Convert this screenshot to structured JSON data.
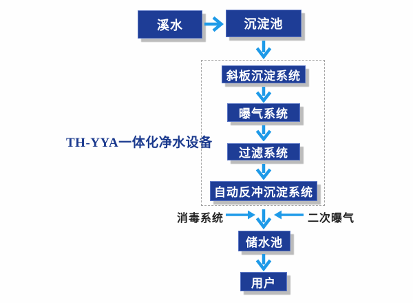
{
  "diagram": {
    "title_label": "TH-YYA一体化净水设备",
    "nodes": [
      {
        "id": "stream-water",
        "label": "溪水"
      },
      {
        "id": "sedimentation-tank",
        "label": "沉淀池"
      },
      {
        "id": "inclined-plate-sedimentation-system",
        "label": "斜板沉淀系统"
      },
      {
        "id": "aeration-system",
        "label": "曝气系统"
      },
      {
        "id": "filtration-system",
        "label": "过滤系统"
      },
      {
        "id": "auto-backwash-sedimentation-system",
        "label": "自动反冲沉淀系统"
      },
      {
        "id": "storage-tank",
        "label": "储水池"
      },
      {
        "id": "users",
        "label": "用户"
      }
    ],
    "side_inputs": [
      {
        "id": "disinfection-system",
        "label": "消毒系统"
      },
      {
        "id": "secondary-aeration",
        "label": "二次曝气"
      }
    ],
    "colors": {
      "node_fill": "#1e3d96",
      "node_border": "#5b76c4",
      "node_text": "#ffffff",
      "arrow_blue": "#1e9ae8",
      "title_text": "#1b3a8e",
      "side_text": "#222222",
      "shadow": "#bcbcbc",
      "dashed_border": "#a3a3a3",
      "background": "#fefefe"
    }
  }
}
